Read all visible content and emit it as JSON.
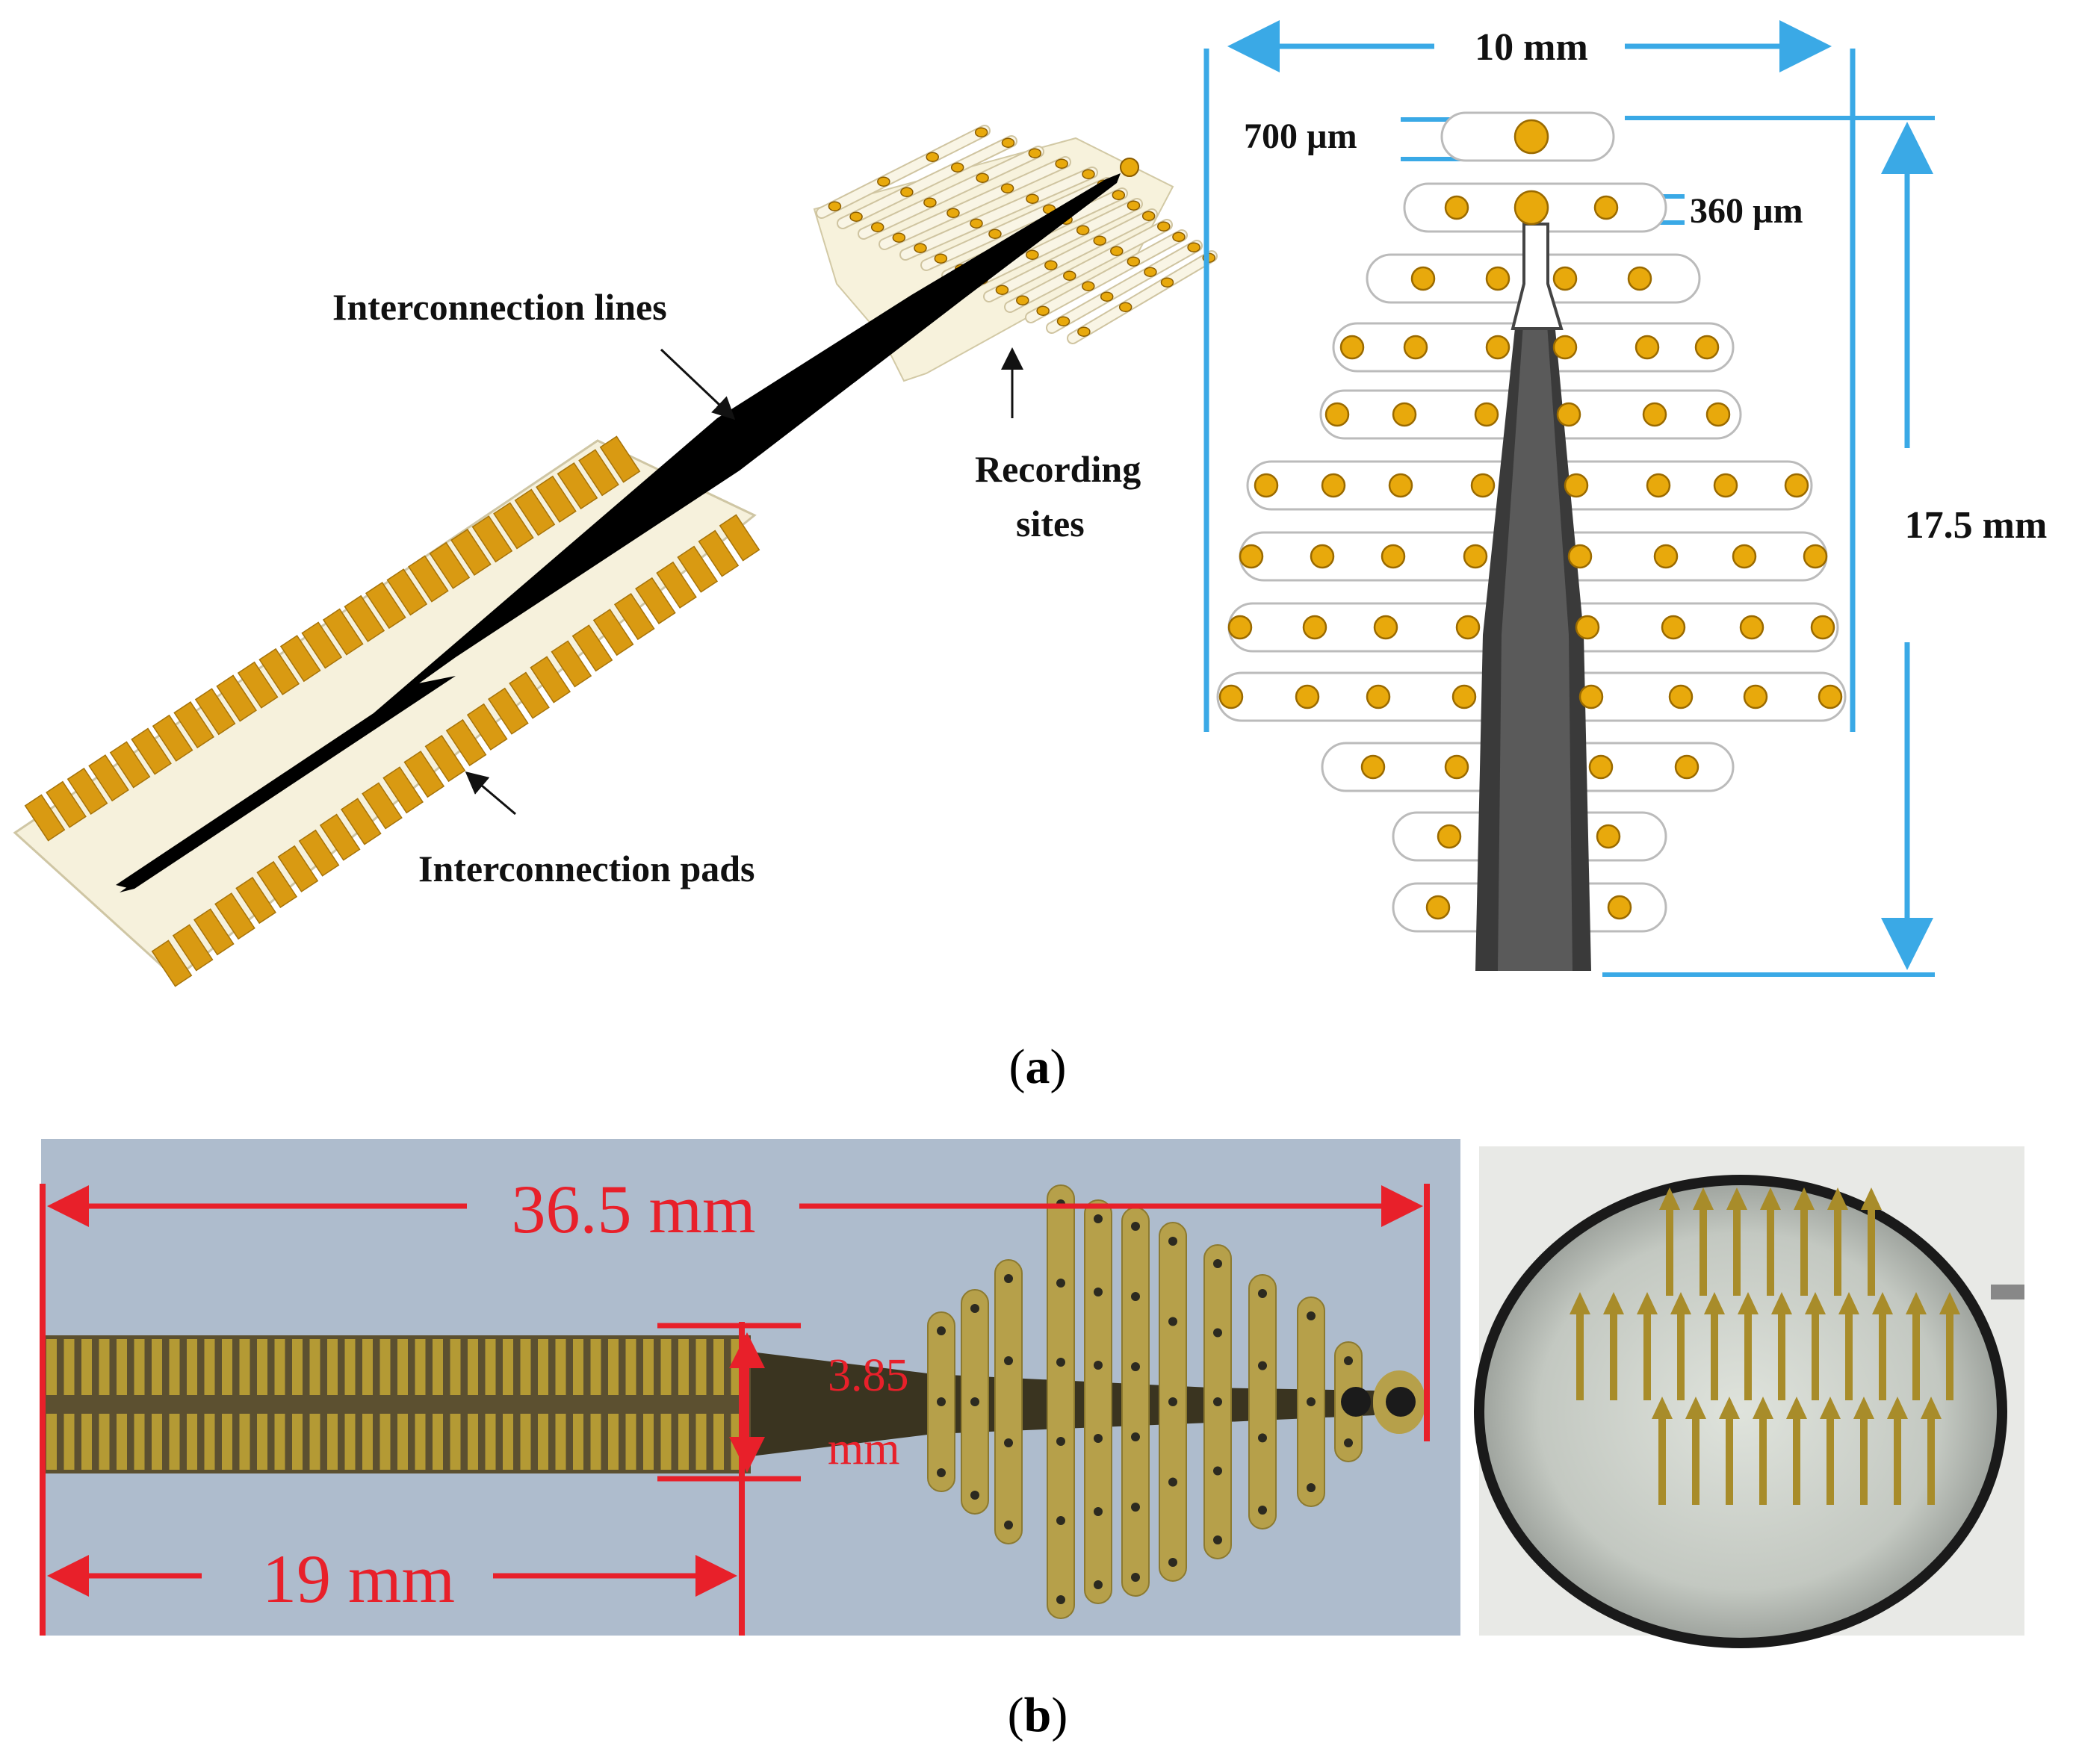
{
  "panel_a": {
    "caption_open": "(",
    "caption_letter": "a",
    "caption_close": ")",
    "label_interconnection_lines": "Interconnection lines",
    "label_recording_sites_1": "Recording",
    "label_recording_sites_2": "sites",
    "label_interconnection_pads": "Interconnection pads",
    "dim_width": "10 mm",
    "dim_height": "17.5 mm",
    "dim_700": "700 µm",
    "dim_360": "360 µm"
  },
  "panel_b": {
    "caption_open": "(",
    "caption_letter": "b",
    "caption_close": ")",
    "dim_total": "36.5 mm",
    "dim_19": "19 mm",
    "dim_385_1": "3.85",
    "dim_385_2": "mm"
  },
  "colors": {
    "gold": "#e8a90c",
    "pad_gold": "#d99a12",
    "dimension_blue": "#3aa9e6",
    "dimension_red": "#e8202a",
    "photo_bg": "#aebccd"
  }
}
